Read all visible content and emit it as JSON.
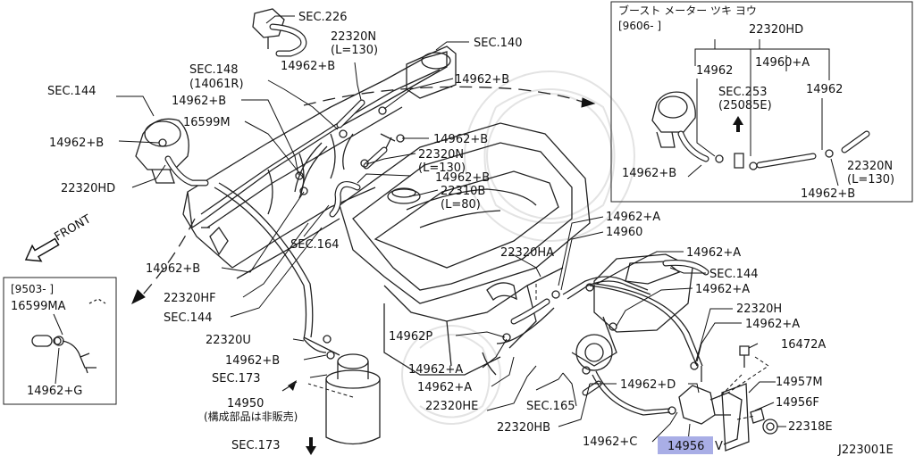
{
  "diagram_code": "J223001E",
  "labels": {
    "sec226": "SEC.226",
    "p22320n_a": "22320N",
    "p22320n_a_len": "(L=130)",
    "sec140": "SEC.140",
    "sec148": "SEC.148",
    "sec148_sub": "(14061R)",
    "p14962b_1": "14962+B",
    "p14962b_2": "14962+B",
    "p14962b_3": "14962+B",
    "p14962b_4": "14962+B",
    "p14962b_5": "14962+B",
    "p14962b_6": "14962+B",
    "p14962b_7": "14962+B",
    "p14962b_8": "14962+B",
    "sec144_a": "SEC.144",
    "p16599m": "16599M",
    "p22320n_b": "22320N",
    "p22320n_b_len": "(L=130)",
    "p22320hd": "22320HD",
    "p22310b": "22310B",
    "p22310b_len": "(L=80)",
    "sec164": "SEC.164",
    "front": "FRONT",
    "p22320hf": "22320HF",
    "sec144_b": "SEC.144",
    "p22320u": "22320U",
    "sec173_a": "SEC.173",
    "p14950": "14950",
    "p14950_note": "(構成部品は非販売)",
    "sec173_b": "SEC.173",
    "p14962p": "14962P",
    "p14962a_1": "14962+A",
    "p14962a_2": "14962+A",
    "p14962a_3": "14962+A",
    "p14962a_4": "14962+A",
    "p14962a_5": "14962+A",
    "p14962a_6": "14962+A",
    "p14960": "14960",
    "p22320ha": "22320HA",
    "sec144_c": "SEC.144",
    "p22320h": "22320H",
    "p16472a": "16472A",
    "p14957m": "14957M",
    "p14956f": "14956F",
    "p22318e": "22318E",
    "p14962d": "14962+D",
    "p14962c": "14962+C",
    "p14956": "14956",
    "p14956_v": "V",
    "sec165": "SEC.165",
    "p22320he": "22320HE",
    "p22320hb": "22320HB"
  },
  "inset_boost": {
    "title": "ブースト メーター ツキ ヨウ",
    "date": "[9606-  ]",
    "p22320hd": "22320HD",
    "p14962_a": "14962",
    "p14960a": "14960+A",
    "p14962_b": "14962",
    "sec253": "SEC.253",
    "sec253_sub": "(25085E)",
    "p14962b_a": "14962+B",
    "p14962b_b": "14962+B",
    "p22320n": "22320N",
    "p22320n_len": "(L=130)"
  },
  "inset_early": {
    "date": "[9503-  ]",
    "p16599ma": "16599MA",
    "p14962g": "14962+G"
  },
  "highlight_color": "#a9aee6"
}
